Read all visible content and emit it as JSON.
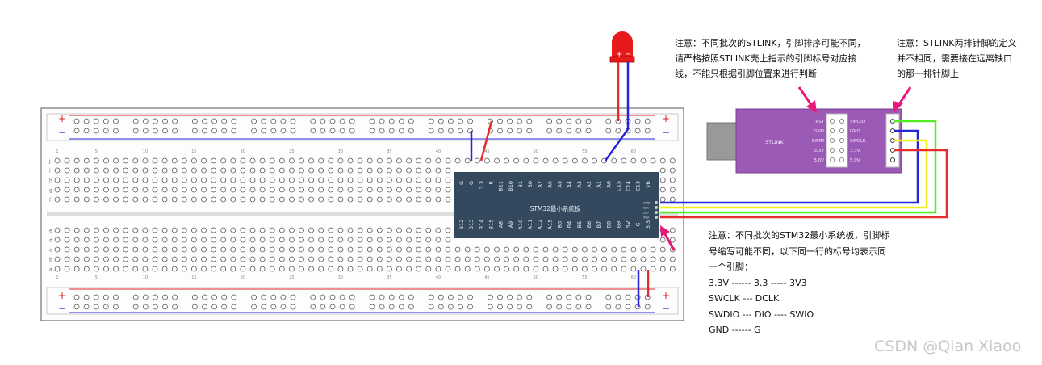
{
  "notes": {
    "stlink": "注意：不同批次的STLINK，引脚排序可能不同，\n请严格按照STLINK壳上指示的引脚标号对应接\n线，不能只根据引脚位置来进行判断",
    "pins": "注意：STLINK两排针脚的定义\n并不相同，需要接在远离缺口\n的那一排针脚上",
    "board": "注意：不同批次的STM32最小系统板，引脚标\n号缩写可能不同，以下同一行的标号均表示同\n一个引脚：\n3.3V ------ 3.3 ----- 3V3\nSWCLK --- DCLK\nSWDIO --- DIO ---- SWIO\nGND ------ G"
  },
  "led": {
    "plus": "+",
    "minus": "−"
  },
  "breadboard": {
    "rail_plus": "+",
    "rail_minus": "−",
    "row_letters_top": [
      "j",
      "i",
      "h",
      "g",
      "f"
    ],
    "row_letters_bottom": [
      "e",
      "d",
      "c",
      "b",
      "a"
    ],
    "column_numbers": [
      "1",
      "5",
      "10",
      "15",
      "20",
      "25",
      "30",
      "35",
      "40",
      "45",
      "50",
      "55",
      "60"
    ]
  },
  "stm32": {
    "title": "STM32最小系统板",
    "top_pins": [
      "G",
      "G",
      "3.3",
      "R",
      "B11",
      "B10",
      "B1",
      "B0",
      "A7",
      "A6",
      "A5",
      "A4",
      "A3",
      "A2",
      "A1",
      "A0",
      "C15",
      "C14",
      "C13",
      "VB"
    ],
    "bottom_pins": [
      "B12",
      "B13",
      "B14",
      "B15",
      "A8",
      "A9",
      "A10",
      "A11",
      "A12",
      "A15",
      "B3",
      "B4",
      "B5",
      "B6",
      "B7",
      "B8",
      "B9",
      "5V",
      "G",
      "3.3"
    ],
    "swd_pins": [
      "3V3",
      "DIO",
      "CLK",
      "GND"
    ]
  },
  "stlink": {
    "label": "STLINK",
    "left_labels": [
      "RST",
      "GND",
      "SWIM",
      "3.3V",
      "5.0V"
    ],
    "right_labels": [
      "SWDIO",
      "GND",
      "SWCLK",
      "3.3V",
      "5.0V"
    ]
  },
  "colors": {
    "wire_red": "#e52b2b",
    "wire_blue": "#2626d9",
    "wire_green": "#55ee22",
    "wire_yellow": "#f2ef1e",
    "stm32_board": "#34495e",
    "stlink_body": "#9a5ab5",
    "arrow": "#e8197a",
    "led": "#e61a1a"
  },
  "watermark": "CSDN @Qian Xiaoo"
}
